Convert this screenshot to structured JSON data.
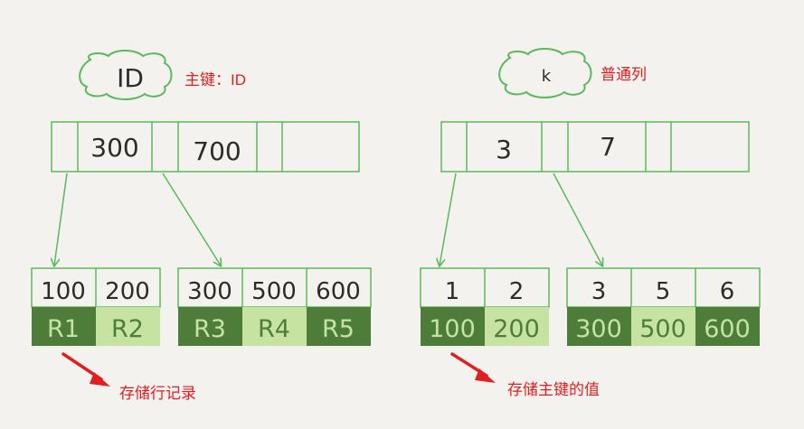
{
  "colors": {
    "background": "#f3f2ee",
    "box_stroke": "#5cb85c",
    "dark_green": "#4e7d3a",
    "light_green": "#c6e3a2",
    "red": "#e02020"
  },
  "left_tree": {
    "cloud_label": "ID",
    "caption": "主键：ID",
    "root_keys": [
      "300",
      "700"
    ],
    "leaf_pages": [
      {
        "keys": [
          "100",
          "200"
        ],
        "values": [
          "R1",
          "R2"
        ]
      },
      {
        "keys": [
          "300",
          "500",
          "600"
        ],
        "values": [
          "R3",
          "R4",
          "R5"
        ]
      }
    ],
    "note": "存储行记录"
  },
  "right_tree": {
    "cloud_label": "k",
    "caption": "普通列",
    "root_keys": [
      "3",
      "7"
    ],
    "leaf_pages": [
      {
        "keys": [
          "1",
          "2"
        ],
        "values": [
          "100",
          "200"
        ]
      },
      {
        "keys": [
          "3",
          "5",
          "6"
        ],
        "values": [
          "300",
          "500",
          "600"
        ]
      }
    ],
    "note": "存储主键的值"
  }
}
